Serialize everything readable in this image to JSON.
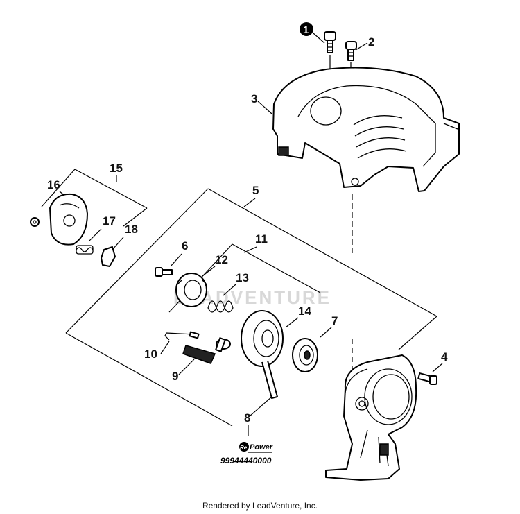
{
  "callouts": {
    "c1": "1",
    "c2": "2",
    "c3": "3",
    "c4": "4",
    "c5": "5",
    "c6": "6",
    "c7": "7",
    "c8": "8",
    "c9": "9",
    "c10": "10",
    "c11": "11",
    "c12": "12",
    "c13": "13",
    "c14": "14",
    "c15": "15",
    "c16": "16",
    "c17": "17",
    "c18": "18"
  },
  "repower": {
    "logo_re": "Re",
    "logo_power": "Power",
    "part_number": "99944440000"
  },
  "watermark": "LEADVENTURE",
  "footer": "Rendered by LeadVenture, Inc."
}
